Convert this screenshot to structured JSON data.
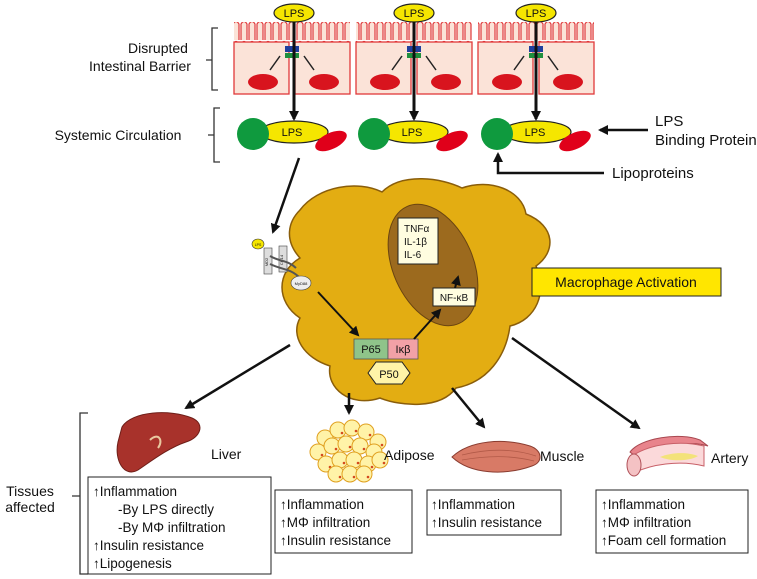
{
  "labels": {
    "barrier_line1": "Disrupted",
    "barrier_line2": "Intestinal Barrier",
    "circulation": "Systemic Circulation",
    "lbp_line1": "LPS",
    "lbp_line2": "Binding Protein",
    "lipoproteins": "Lipoproteins",
    "macrophage_activation": "Macrophage Activation",
    "tissues_line1": "Tissues",
    "tissues_line2": "affected"
  },
  "lps_top": [
    "LPS",
    "LPS",
    "LPS"
  ],
  "lps_circ": [
    "LPS",
    "LPS",
    "LPS"
  ],
  "receptor": {
    "lps": "LPS",
    "md2": "MD2",
    "cd14": "CD14",
    "myd88": "MyD88"
  },
  "cytokines": [
    "TNFα",
    "IL-1β",
    "IL-6"
  ],
  "nfkb": "NF-κB",
  "p65": "P65",
  "ikb": "Iκβ",
  "p50": "P50",
  "tissues": {
    "liver": {
      "name": "Liver",
      "effects": [
        "↑Inflammation",
        "-By LPS directly",
        "-By MΦ infiltration",
        "↑Insulin resistance",
        "↑Lipogenesis"
      ]
    },
    "adipose": {
      "name": "Adipose",
      "effects": [
        "↑Inflammation",
        "↑MΦ infiltration",
        "↑Insulin resistance"
      ]
    },
    "muscle": {
      "name": "Muscle",
      "effects": [
        "↑Inflammation",
        "↑Insulin resistance"
      ]
    },
    "artery": {
      "name": "Artery",
      "effects": [
        "↑Inflammation",
        "↑MΦ infiltration",
        "↑Foam cell formation"
      ]
    }
  },
  "colors": {
    "lps_fill": "#f5e600",
    "green": "#0f9a3e",
    "red": "#e0001a",
    "macrophage": "#e3ad12",
    "nucleus": "#9c6a1e",
    "activation_box": "#ffe600",
    "p65": "#8fc48a",
    "ikb": "#f2a1a6",
    "p50": "#fff4a8"
  }
}
